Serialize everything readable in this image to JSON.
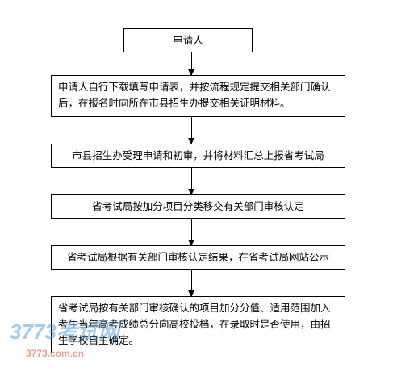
{
  "nodes": [
    {
      "id": "applicant",
      "text": "申请人"
    },
    {
      "id": "step1",
      "text": "申请人自行下载填写申请表，并按流程规定提交相关部门确认后，在报名时向所在市县招生办提交相关证明材料。"
    },
    {
      "id": "step2",
      "text": "市县招生办受理申请和初审，并将材料汇总上报省考试局"
    },
    {
      "id": "step3",
      "text": "省考试局按加分项目分类移交有关部门审核认定"
    },
    {
      "id": "step4",
      "text": "省考试局根据有关部门审核认定结果，在省考试局网站公示"
    },
    {
      "id": "step5",
      "text": "省考试局按有关部门审核确认的项目加分分值、适用范围加入考生当年高考成绩总分向高校投档，在录取时是否使用，由招生学校自主确定。"
    }
  ],
  "watermark": {
    "text": "3773考试网",
    "subtext": "3773.com.cn",
    "color": "#3a8fd8"
  }
}
